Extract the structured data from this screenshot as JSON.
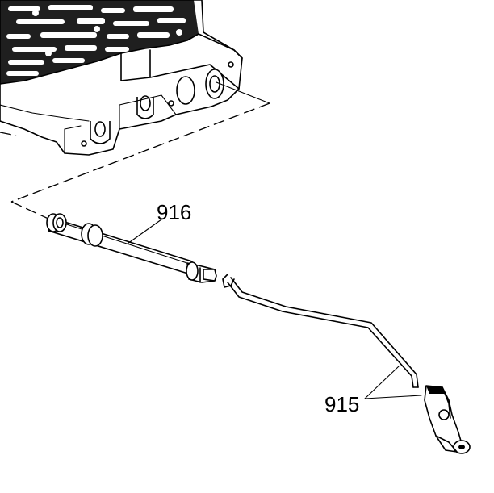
{
  "callouts": [
    {
      "id": "916",
      "label": "916"
    },
    {
      "id": "915",
      "label": "915"
    }
  ],
  "colors": {
    "ink": "#000000",
    "background": "#ffffff"
  }
}
